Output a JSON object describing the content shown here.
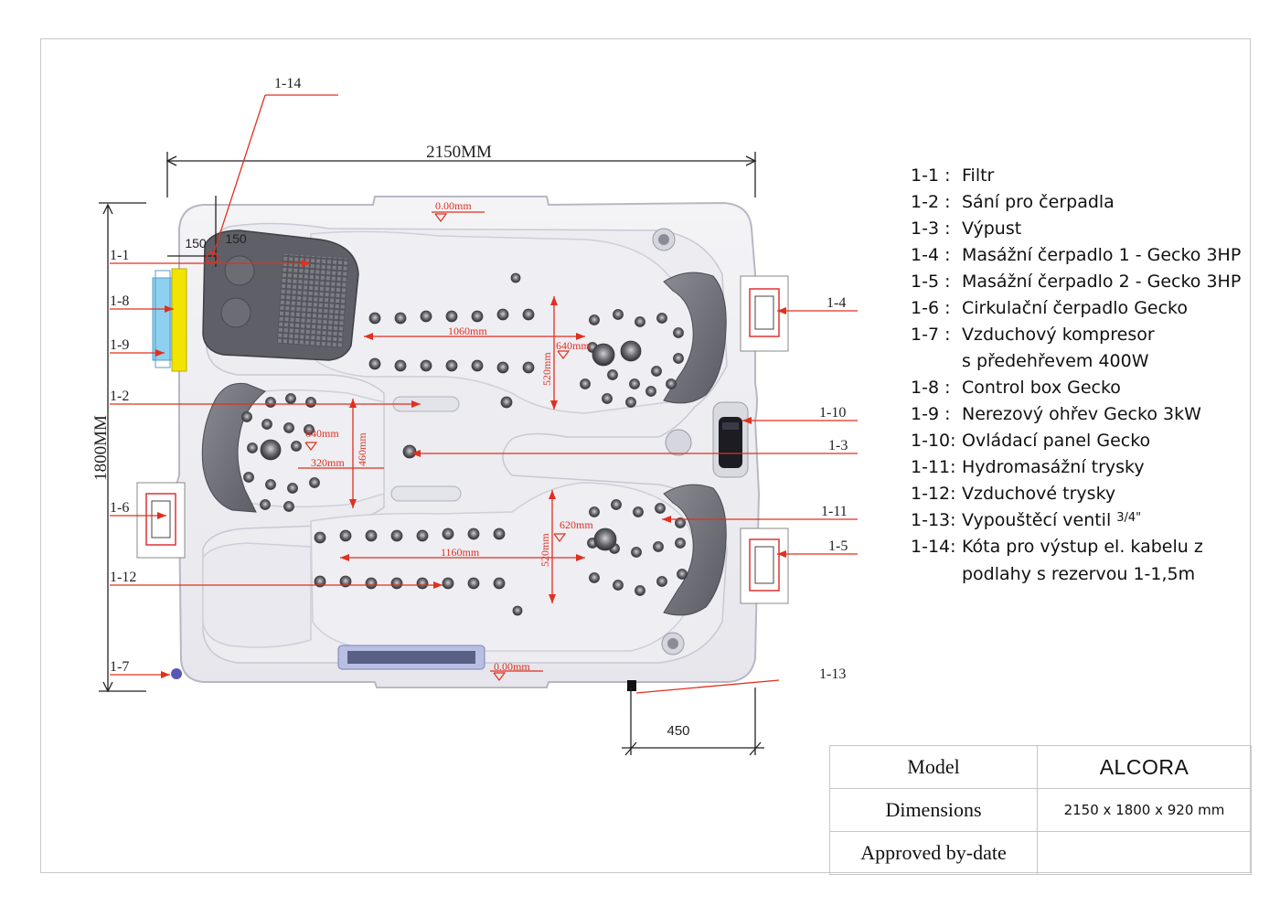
{
  "drawing": {
    "width_label": "2150MM",
    "height_label": "1800MM",
    "offset_label_left": "150",
    "offset_label_right": "150",
    "drain_offset_label": "450",
    "level_marks": [
      "0.00mm",
      "0.00mm"
    ],
    "dimensions": {
      "top_seat_width": "1060mm",
      "top_seat_height": "520mm",
      "top_seat_jet": "640mm",
      "left_seat_jet": "640mm",
      "left_seat_width": "320mm",
      "left_seat_height": "460mm",
      "bottom_seat_width": "1160mm",
      "bottom_seat_height": "520mm",
      "bottom_seat_jet": "620mm"
    },
    "callouts": {
      "c1_1": "1-1",
      "c1_2": "1-2",
      "c1_3": "1-3",
      "c1_4": "1-4",
      "c1_5": "1-5",
      "c1_6": "1-6",
      "c1_7": "1-7",
      "c1_8": "1-8",
      "c1_9": "1-9",
      "c1_10": "1-10",
      "c1_11": "1-11",
      "c1_12": "1-12",
      "c1_13": "1-13",
      "c1_14": "1-14"
    },
    "colors": {
      "dimension_red": "#e0301e",
      "shell": "#f3f3f6",
      "seat_grey": "#707078",
      "filter_yellow": "#f2e400",
      "heater_blue": "#8fd0f0"
    }
  },
  "legend": [
    {
      "code": "1-1 :",
      "desc": "Filtr"
    },
    {
      "code": "1-2 :",
      "desc": "Sání pro čerpadla"
    },
    {
      "code": "1-3 :",
      "desc": "Výpust"
    },
    {
      "code": "1-4 :",
      "desc": "Masážní čerpadlo 1 - Gecko 3HP"
    },
    {
      "code": "1-5 :",
      "desc": "Masážní čerpadlo 2 - Gecko 3HP"
    },
    {
      "code": "1-6 :",
      "desc": "Cirkulační čerpadlo Gecko"
    },
    {
      "code": "1-7 :",
      "desc": "Vzduchový kompresor"
    },
    {
      "code": "",
      "desc": "s předehřevem  400W"
    },
    {
      "code": "1-8 :",
      "desc": "Control box Gecko"
    },
    {
      "code": "1-9 :",
      "desc": "Nerezový ohřev Gecko 3kW"
    },
    {
      "code": "1-10:",
      "desc": "Ovládací panel Gecko"
    },
    {
      "code": "1-11:",
      "desc": "Hydromasážní trysky"
    },
    {
      "code": "1-12:",
      "desc": "Vzduchové trysky"
    },
    {
      "code": "1-13:",
      "desc": "Vypouštěcí ventil",
      "sup": "3/4\""
    },
    {
      "code": "1-14:",
      "desc": "Kóta pro výstup el. kabelu z"
    },
    {
      "code": "",
      "desc": "podlahy s rezervou 1-1,5m"
    }
  ],
  "info_table": {
    "model_label": "Model",
    "model_value": "ALCORA",
    "dimensions_label": "Dimensions",
    "dimensions_value": "2150 x 1800 x 920 mm",
    "approved_label": "Approved by-date",
    "approved_value": ""
  }
}
